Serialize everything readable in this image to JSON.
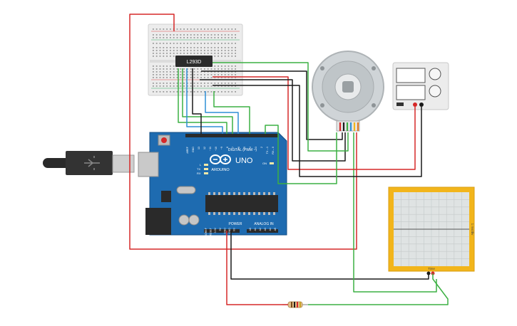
{
  "breadboard": {
    "chip_label": "L293D"
  },
  "arduino": {
    "brand": "ARDUINO",
    "model": "UNO",
    "digital_header_label": "DIGITAL (PWM ~)",
    "power_label": "POWER",
    "analog_label": "ANALOG IN",
    "digital_pins": [
      "AREF",
      "GND",
      "13",
      "12",
      "~11",
      "~10",
      "~9",
      "8",
      "7",
      "~6",
      "~5",
      "4",
      "~3",
      "2",
      "TX→1",
      "RX←0"
    ],
    "power_pins": [
      "IOREF",
      "RESET",
      "3.3V",
      "5V",
      "GND",
      "GND",
      "Vin"
    ],
    "analog_pins": [
      "A0",
      "A1",
      "A2",
      "A3",
      "A4",
      "A5"
    ],
    "led_labels": [
      "L",
      "TX",
      "RX",
      "ON"
    ]
  },
  "oscilloscope": {
    "side_label": "1 ms/div",
    "bottom_label": "Time"
  },
  "colors": {
    "wire_red": "#d62828",
    "wire_black": "#1a1a1a",
    "wire_green": "#3cb043",
    "wire_blue": "#2f8fd6",
    "board_blue": "#1e6bb0",
    "scope_frame": "#f2b51b",
    "screen_bg": "#dfe3e3"
  }
}
